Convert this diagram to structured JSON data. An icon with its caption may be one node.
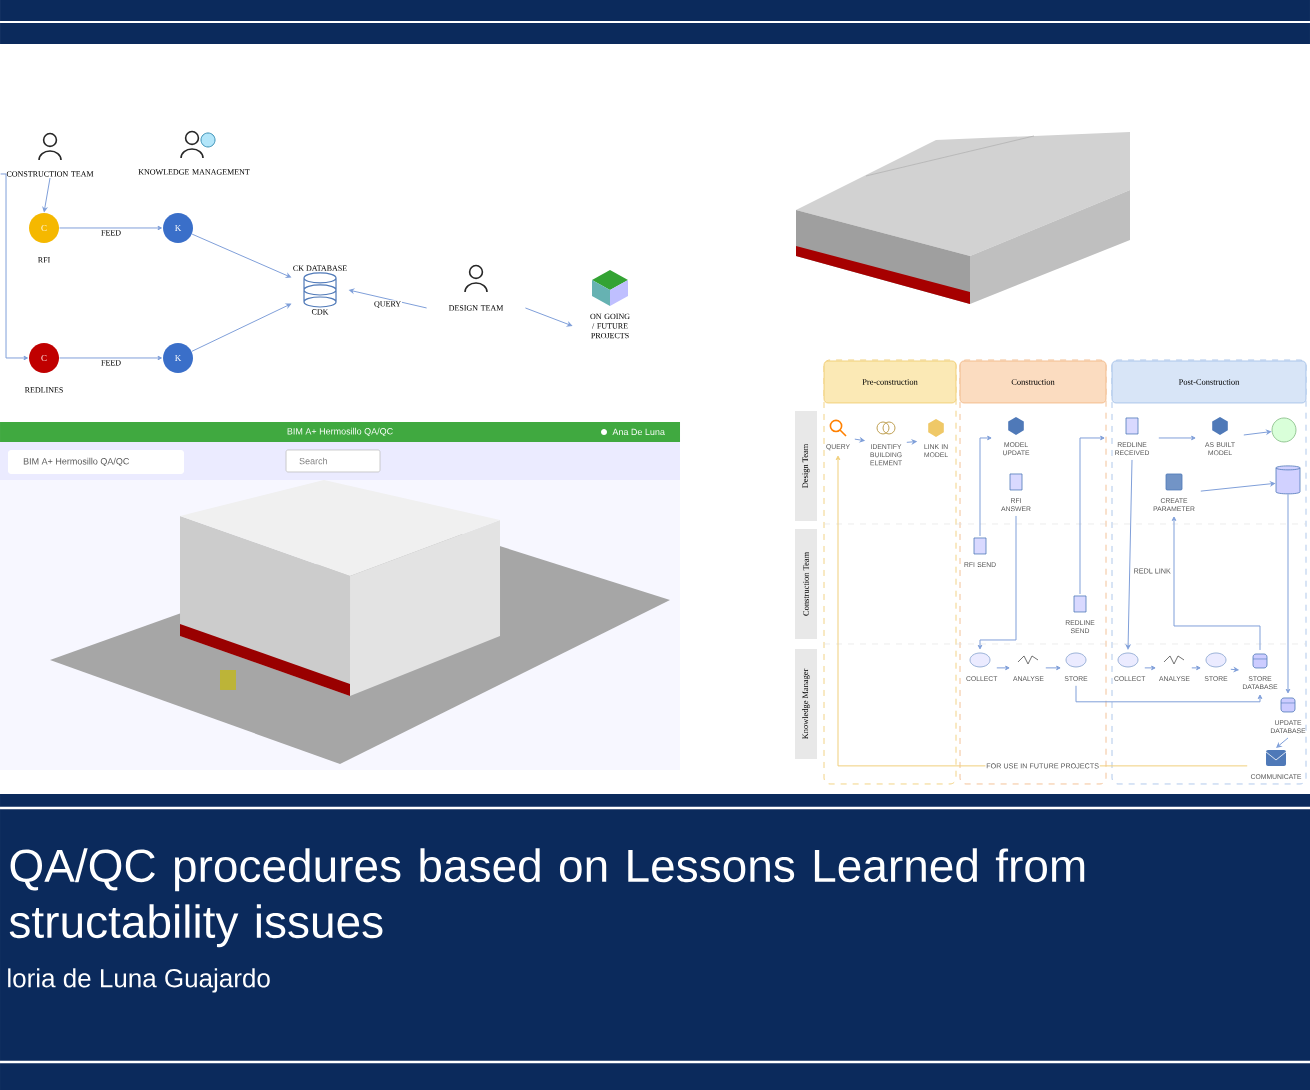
{
  "diagram": {
    "title": "QA/QC procedures based on Lessons Learned from structability issues",
    "nodes": [
      {
        "text": [
          "CONSTRUCTION TEAM"
        ]
      },
      {
        "text": [
          "KNOWLEDGE MANAGEMENT"
        ]
      },
      {
        "text": [
          "C"
        ],
        "beside": [
          "RFI"
        ]
      },
      {
        "text": [
          "K"
        ]
      },
      {
        "text": [
          "CK DATABASE",
          "CDK"
        ]
      },
      {
        "text": [
          "DESIGN TEAM"
        ]
      },
      {
        "text": [
          "ON GOING / FUTURE PROJECTS"
        ]
      },
      {
        "text": [
          "C"
        ],
        "beside": [
          "REDLINES"
        ]
      },
      {
        "text": [
          "K"
        ]
      },
      {
        "text": [
          "Pre-construction"
        ]
      },
      {
        "text": [
          "Construction"
        ]
      },
      {
        "text": [
          "Post-Construction"
        ]
      },
      {
        "text": [
          "Design Team"
        ]
      },
      {
        "text": [
          "Construction Team"
        ]
      },
      {
        "text": [
          "Knowledge Manager"
        ]
      },
      {
        "text": [
          "QUERY"
        ]
      },
      {
        "text": [
          "IDENTIFY BUILDING ELEMENT"
        ]
      },
      {
        "text": [
          "LINK IN MODEL"
        ]
      },
      {
        "text": [
          "MODEL UPDATE"
        ]
      },
      {
        "text": [
          "REDLINE RECEIVED"
        ]
      },
      {
        "text": [
          "AS BUILT MODEL"
        ]
      },
      {
        "text": [],
        "shape": "circle"
      },
      {
        "text": [
          "RFI ANSWER"
        ]
      },
      {
        "text": [
          "CREATE PARAMETER"
        ]
      },
      {
        "text": [],
        "shape": "cylinder"
      },
      {
        "text": [
          "RFI SEND"
        ]
      },
      {
        "text": [
          "REDLINE SEND"
        ]
      },
      {
        "text": [
          "COLLECT"
        ]
      },
      {
        "text": [
          "ANALYSE"
        ]
      },
      {
        "text": [
          "STORE"
        ]
      },
      {
        "text": [
          "COLLECT"
        ]
      },
      {
        "text": [
          "ANALYSE"
        ]
      },
      {
        "text": [
          "STORE"
        ]
      },
      {
        "text": [
          "STORE DATABASE"
        ]
      },
      {
        "text": [
          "UPDATE DATABASE"
        ]
      },
      {
        "text": [
          "COMMUNICATE"
        ]
      }
    ],
    "edges": [
      {
        "from": 0,
        "to": 2,
        "arrow": "to"
      },
      {
        "from": 0,
        "to": 7,
        "arrow": "to"
      },
      {
        "from": 2,
        "to": 3,
        "arrow": "to",
        "label": "FEED"
      },
      {
        "from": 7,
        "to": 8,
        "arrow": "to",
        "label": "FEED"
      },
      {
        "from": 3,
        "to": 4,
        "arrow": "to"
      },
      {
        "from": 8,
        "to": 4,
        "arrow": "to"
      },
      {
        "from": 5,
        "to": 4,
        "arrow": "to",
        "label": "QUERY"
      },
      {
        "from": 5,
        "to": 6,
        "arrow": "to"
      },
      {
        "from": 15,
        "to": 16,
        "arrow": "to"
      },
      {
        "from": 16,
        "to": 17,
        "arrow": "to"
      },
      {
        "from": 25,
        "to": 18,
        "arrow": "to"
      },
      {
        "from": 22,
        "to": 27,
        "arrow": "to"
      },
      {
        "from": 27,
        "to": 28,
        "arrow": "to"
      },
      {
        "from": 28,
        "to": 29,
        "arrow": "to"
      },
      {
        "from": 26,
        "to": 19,
        "arrow": "to"
      },
      {
        "from": 29,
        "to": 33,
        "arrow": "to"
      },
      {
        "from": 19,
        "to": 20,
        "arrow": "to"
      },
      {
        "from": 20,
        "to": 21,
        "arrow": "to"
      },
      {
        "from": 19,
        "to": 30,
        "arrow": "to"
      },
      {
        "from": 30,
        "to": 31,
        "arrow": "to"
      },
      {
        "from": 31,
        "to": 32,
        "arrow": "to"
      },
      {
        "from": 32,
        "to": 33,
        "arrow": "to"
      },
      {
        "from": 33,
        "to": 23,
        "arrow": "to",
        "label": "REDL LINK"
      },
      {
        "from": 23,
        "to": 24,
        "arrow": "to"
      },
      {
        "from": 24,
        "to": 34,
        "arrow": "to"
      },
      {
        "from": 34,
        "to": 35,
        "arrow": "to"
      },
      {
        "from": 35,
        "to": 15,
        "arrow": "to",
        "label": "FOR USE IN FUTURE PROJECTS",
        "color": "#f0cf7a"
      }
    ],
    "labels": [
      "BIM A+ Hermosillo QA/QC",
      "Ana De Luna",
      "BIM A+ Hermosillo QA/QC",
      "Search",
      "loria de Luna Guajardo"
    ]
  }
}
